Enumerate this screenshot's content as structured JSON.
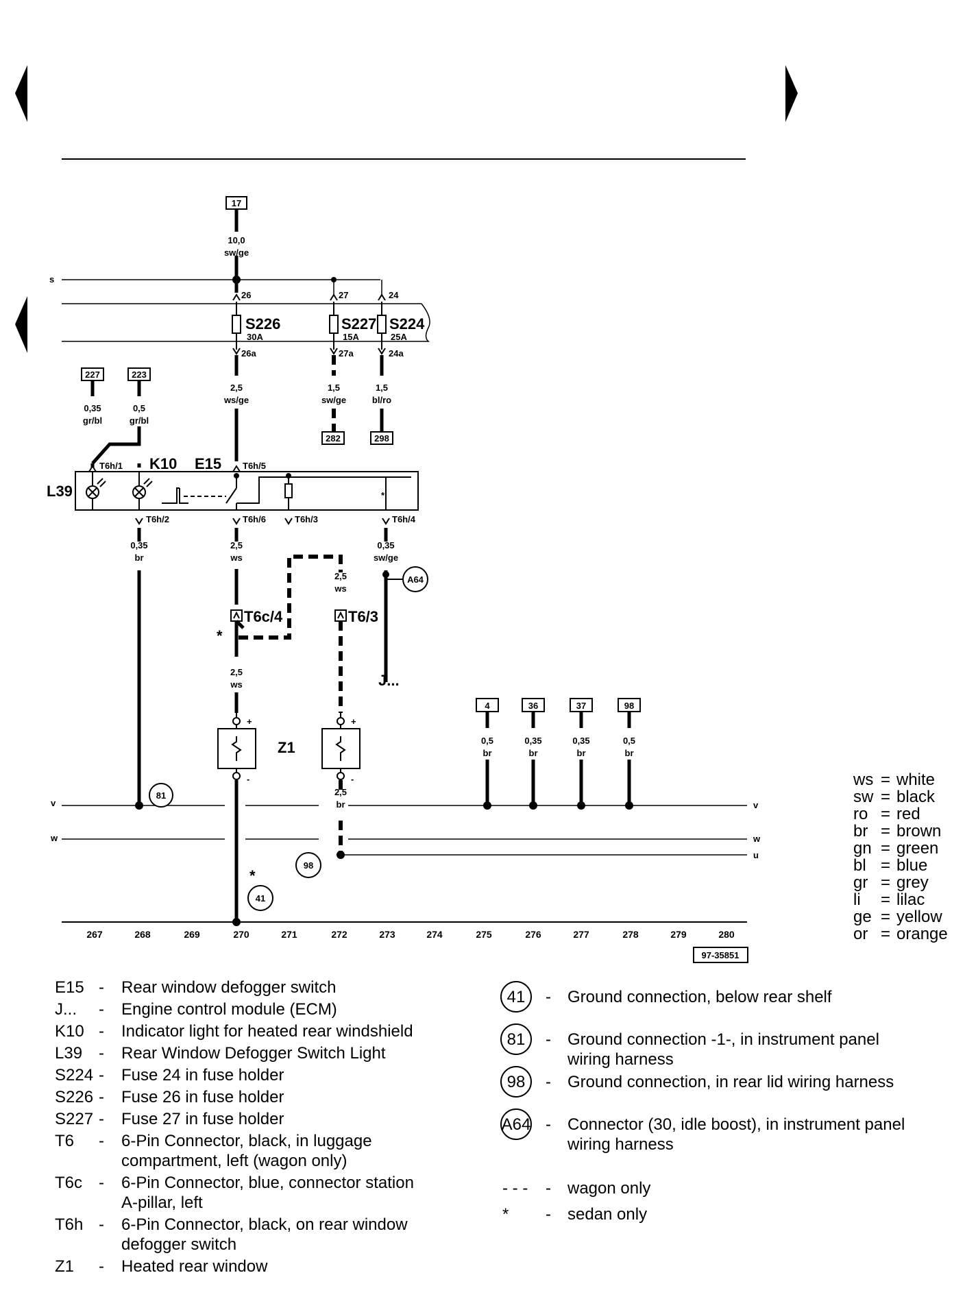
{
  "bus_labels": {
    "s": "s",
    "v": "v",
    "w": "w",
    "u": "u"
  },
  "refs": {
    "r17": "17",
    "r227": "227",
    "r223": "223",
    "r282": "282",
    "r298": "298",
    "r4": "4",
    "r36": "36",
    "r37": "37",
    "r98": "98"
  },
  "wires": {
    "w17_size": "10,0",
    "w17_color": "sw/ge",
    "w26_size": "2,5",
    "w26_color": "ws/ge",
    "w27_size": "1,5",
    "w27_color": "sw/ge",
    "w24_size": "1,5",
    "w24_color": "bl/ro",
    "w227_size": "0,35",
    "w227_color": "gr/bl",
    "w223_size": "0,5",
    "w223_color": "gr/bl",
    "wt2_size": "0,35",
    "wt2_color": "br",
    "wt6_size": "2,5",
    "wt6_color": "ws",
    "wt4_size": "0,35",
    "wt4_color": "sw/ge",
    "wdash_size": "2,5",
    "wdash_color": "ws",
    "wz_size": "2,5",
    "wz_color": "ws",
    "wzm_size": "2,5",
    "wzm_color": "br",
    "g4_size": "0,5",
    "g4_color": "br",
    "g36_size": "0,35",
    "g36_color": "br",
    "g37_size": "0,35",
    "g37_color": "br",
    "g98_size": "0,5",
    "g98_color": "br"
  },
  "pins": {
    "p26": "26",
    "p27": "27",
    "p24": "24",
    "p26a": "26a",
    "p27a": "27a",
    "p24a": "24a",
    "t6h1": "T6h/1",
    "t6h5": "T6h/5",
    "t6h2": "T6h/2",
    "t6h6": "T6h/6",
    "t6h3": "T6h/3",
    "t6h4": "T6h/4",
    "t6c4": "T6c/4",
    "t63": "T6/3"
  },
  "fuses": {
    "s226": "S226",
    "s226a": "30A",
    "s227": "S227",
    "s227a": "15A",
    "s224": "S224",
    "s224a": "25A"
  },
  "components": {
    "l39": "L39",
    "k10": "K10",
    "e15": "E15",
    "z1": "Z1",
    "j": "J...",
    "a64": "A64",
    "g81": "81",
    "g41": "41",
    "g98": "98",
    "star1": "*",
    "star2": "*",
    "plus": "+",
    "minus": "-"
  },
  "columns": [
    "267",
    "268",
    "269",
    "270",
    "271",
    "272",
    "273",
    "274",
    "275",
    "276",
    "277",
    "278",
    "279",
    "280"
  ],
  "figure_id": "97-35851",
  "color_legend": [
    {
      "code": "ws",
      "name": "white"
    },
    {
      "code": "sw",
      "name": "black"
    },
    {
      "code": "ro",
      "name": "red"
    },
    {
      "code": "br",
      "name": "brown"
    },
    {
      "code": "gn",
      "name": "green"
    },
    {
      "code": "bl",
      "name": "blue"
    },
    {
      "code": "gr",
      "name": "grey"
    },
    {
      "code": "li",
      "name": "lilac"
    },
    {
      "code": "ge",
      "name": "yellow"
    },
    {
      "code": "or",
      "name": "orange"
    }
  ],
  "legend_left": [
    {
      "code": "E15",
      "desc": [
        "Rear window defogger switch"
      ]
    },
    {
      "code": "J...",
      "desc": [
        "Engine control module (ECM)"
      ]
    },
    {
      "code": "K10",
      "desc": [
        "Indicator light for heated rear windshield"
      ]
    },
    {
      "code": "L39",
      "desc": [
        "Rear Window Defogger Switch Light"
      ]
    },
    {
      "code": "S224",
      "desc": [
        "Fuse 24 in fuse holder"
      ]
    },
    {
      "code": "S226",
      "desc": [
        "Fuse 26 in fuse holder"
      ]
    },
    {
      "code": "S227",
      "desc": [
        "Fuse 27 in fuse holder"
      ]
    },
    {
      "code": "T6",
      "desc": [
        "6-Pin Connector, black, in luggage",
        "compartment, left (wagon only)"
      ]
    },
    {
      "code": "T6c",
      "desc": [
        "6-Pin Connector, blue, connector station",
        "A-pillar, left"
      ]
    },
    {
      "code": "T6h",
      "desc": [
        "6-Pin Connector, black, on rear window",
        "defogger switch"
      ]
    },
    {
      "code": "Z1",
      "desc": [
        "Heated rear window"
      ]
    }
  ],
  "legend_right": [
    {
      "code": "41",
      "desc": [
        "Ground connection, below rear shelf"
      ]
    },
    {
      "code": "81",
      "desc": [
        "Ground connection -1-, in instrument panel",
        "wiring harness"
      ]
    },
    {
      "code": "98",
      "desc": [
        "Ground connection, in rear lid wiring harness"
      ]
    },
    {
      "code": "A64",
      "desc": [
        "Connector (30, idle boost), in instrument panel",
        "wiring harness"
      ]
    }
  ],
  "legend_symbols": [
    {
      "symbol": "- - -",
      "desc": "wagon only"
    },
    {
      "symbol": "*",
      "desc": "sedan only"
    }
  ]
}
